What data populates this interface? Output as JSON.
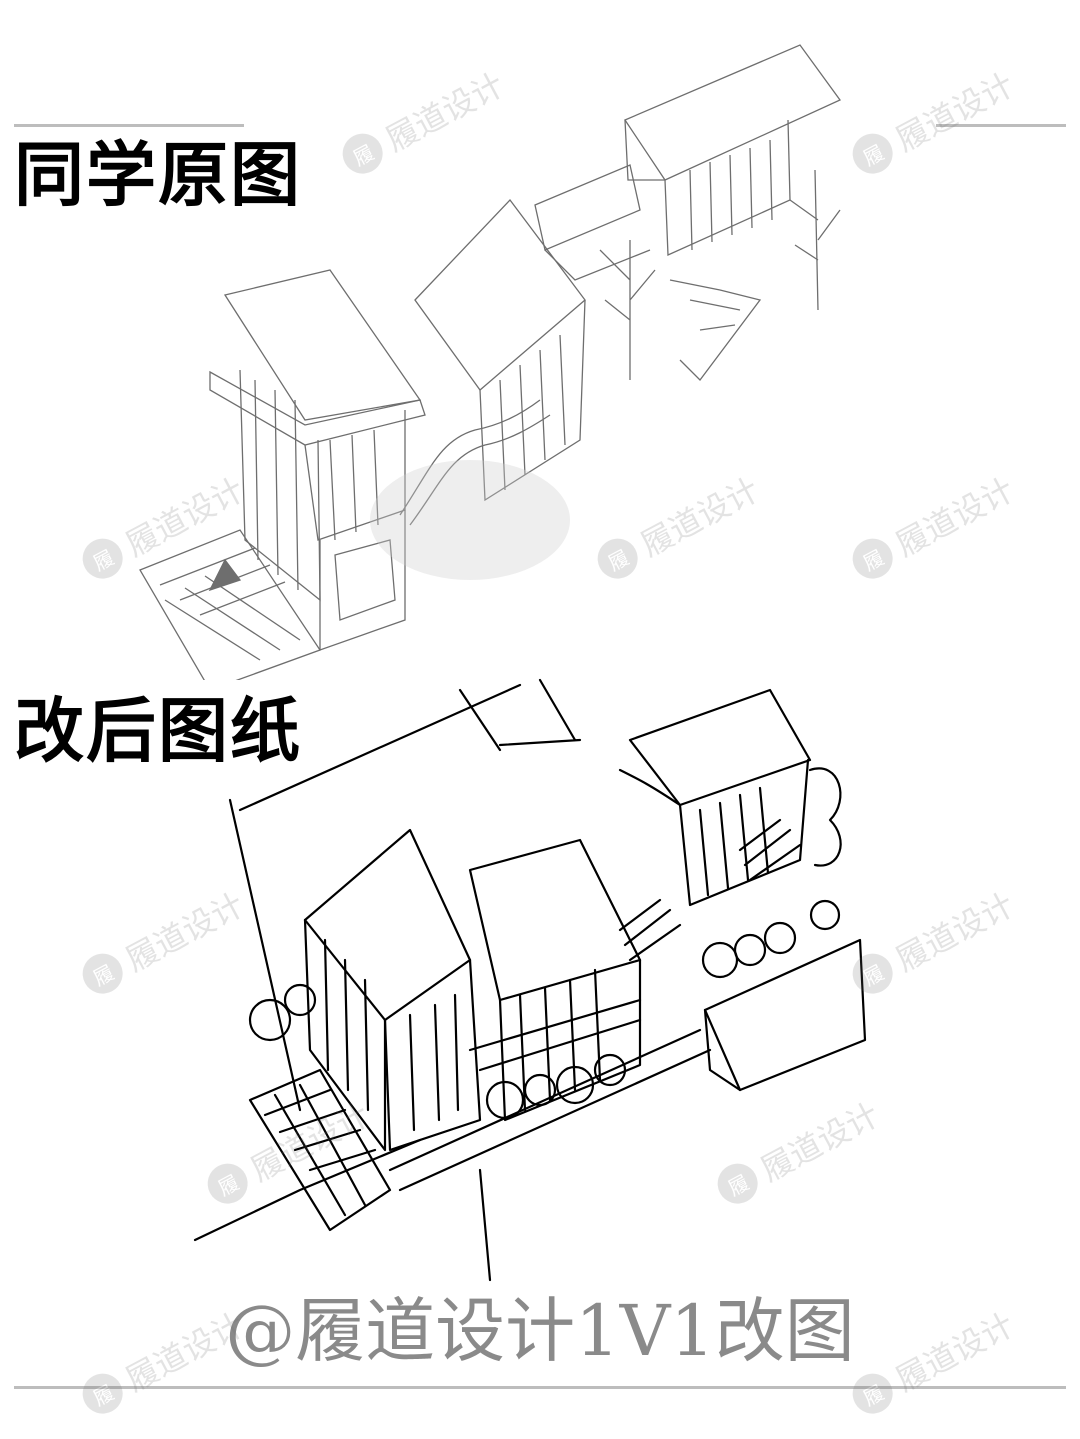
{
  "headings": {
    "original": "同学原图",
    "revised": "改后图纸"
  },
  "caption": "@履道设计1V1改图",
  "watermark": {
    "text": "履道设计",
    "seal": "履",
    "color": "#6b6b6b"
  },
  "colors": {
    "background": "#ffffff",
    "heading": "#000000",
    "caption": "#8a8a8a",
    "rule": "#bdbdbd"
  }
}
